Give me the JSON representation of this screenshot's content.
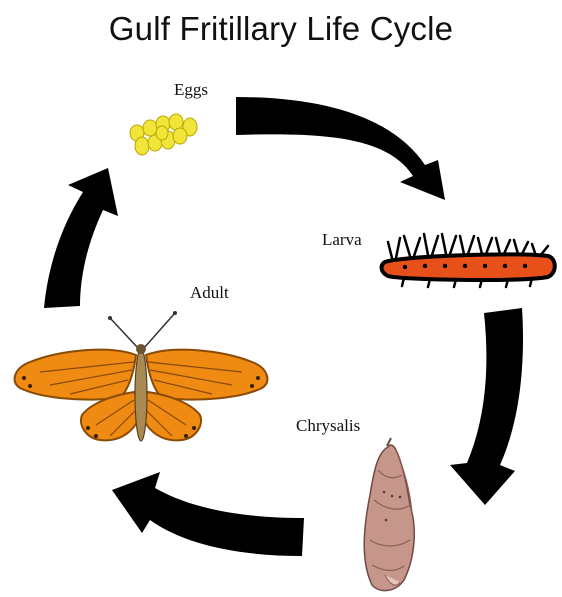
{
  "title": "Gulf Fritillary Life Cycle",
  "stages": [
    {
      "key": "eggs",
      "label": "Eggs",
      "icon": "eggs-icon"
    },
    {
      "key": "larva",
      "label": "Larva",
      "icon": "caterpillar-icon"
    },
    {
      "key": "chrysalis",
      "label": "Chrysalis",
      "icon": "chrysalis-icon"
    },
    {
      "key": "adult",
      "label": "Adult",
      "icon": "butterfly-icon"
    }
  ],
  "colors": {
    "arrow": "#000000",
    "egg_fill": "#f2e53a",
    "egg_stroke": "#b8a800",
    "larva_body": "#e8501a",
    "wing_orange": "#ef8a12",
    "wing_dark": "#8a4a06",
    "chrysalis": "#c7968a"
  }
}
